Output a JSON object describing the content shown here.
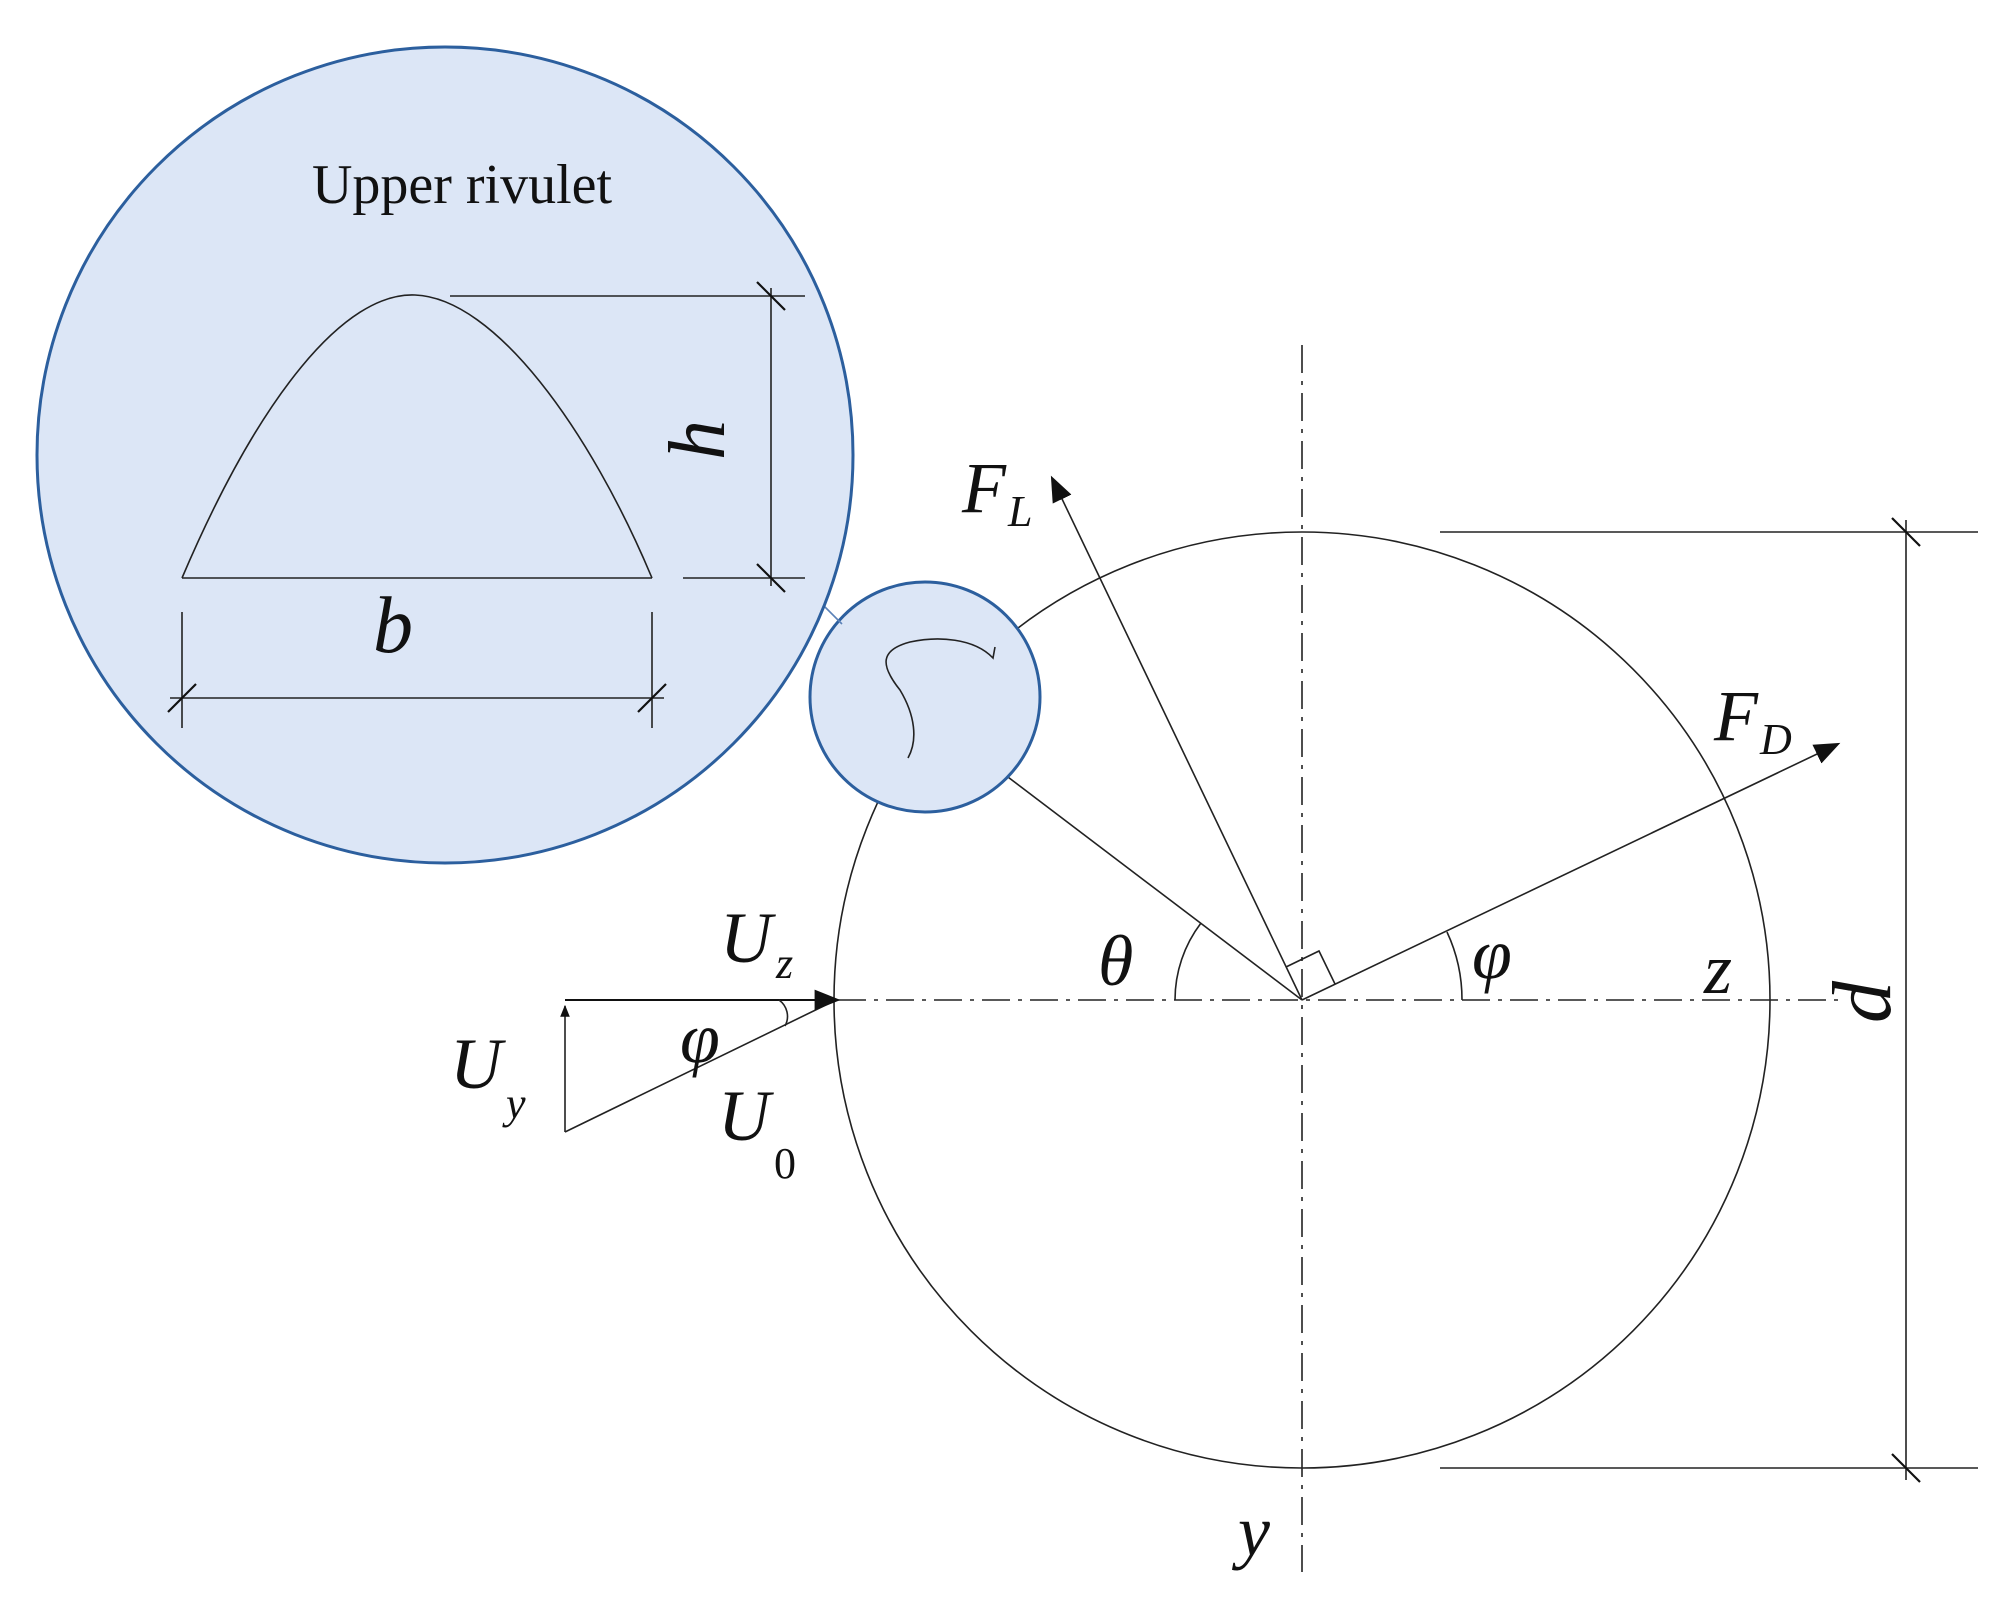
{
  "inset": {
    "title": "Upper rivulet",
    "width_label": "b",
    "height_label": "h"
  },
  "labels": {
    "lift": {
      "main": "F",
      "sub": "L"
    },
    "drag": {
      "main": "F",
      "sub": "D"
    },
    "uz": {
      "main": "U",
      "sub": "z"
    },
    "uy": {
      "main": "U",
      "sub": "y"
    },
    "u0": {
      "main": "U",
      "sub": "0"
    },
    "theta": "θ",
    "phi_center": "φ",
    "phi_velocity": "φ",
    "axis_z": "z",
    "axis_y": "y",
    "diameter": "d"
  },
  "colors": {
    "lens_fill": "#dce6f6",
    "lens_stroke": "#2c5f9e",
    "line": "#222222"
  }
}
